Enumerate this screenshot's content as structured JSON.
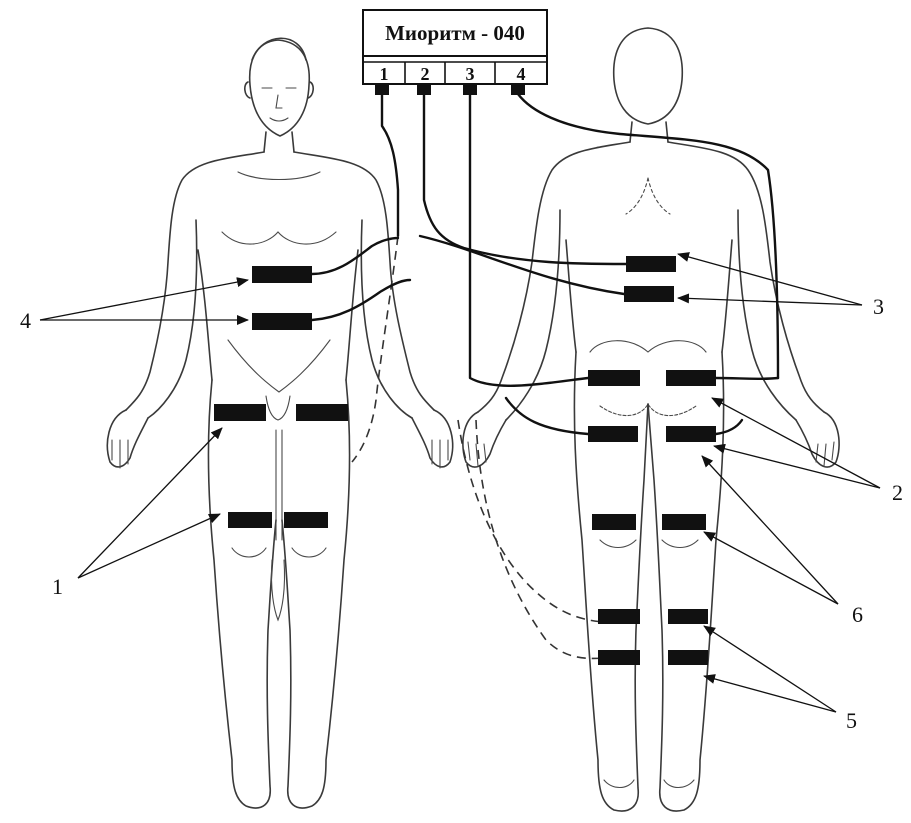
{
  "device": {
    "title": "Миоритм - 040",
    "channels": [
      "1",
      "2",
      "3",
      "4"
    ]
  },
  "callouts": {
    "c1": "1",
    "c2": "2",
    "c3": "3",
    "c4": "4",
    "c5": "5",
    "c6": "6"
  }
}
